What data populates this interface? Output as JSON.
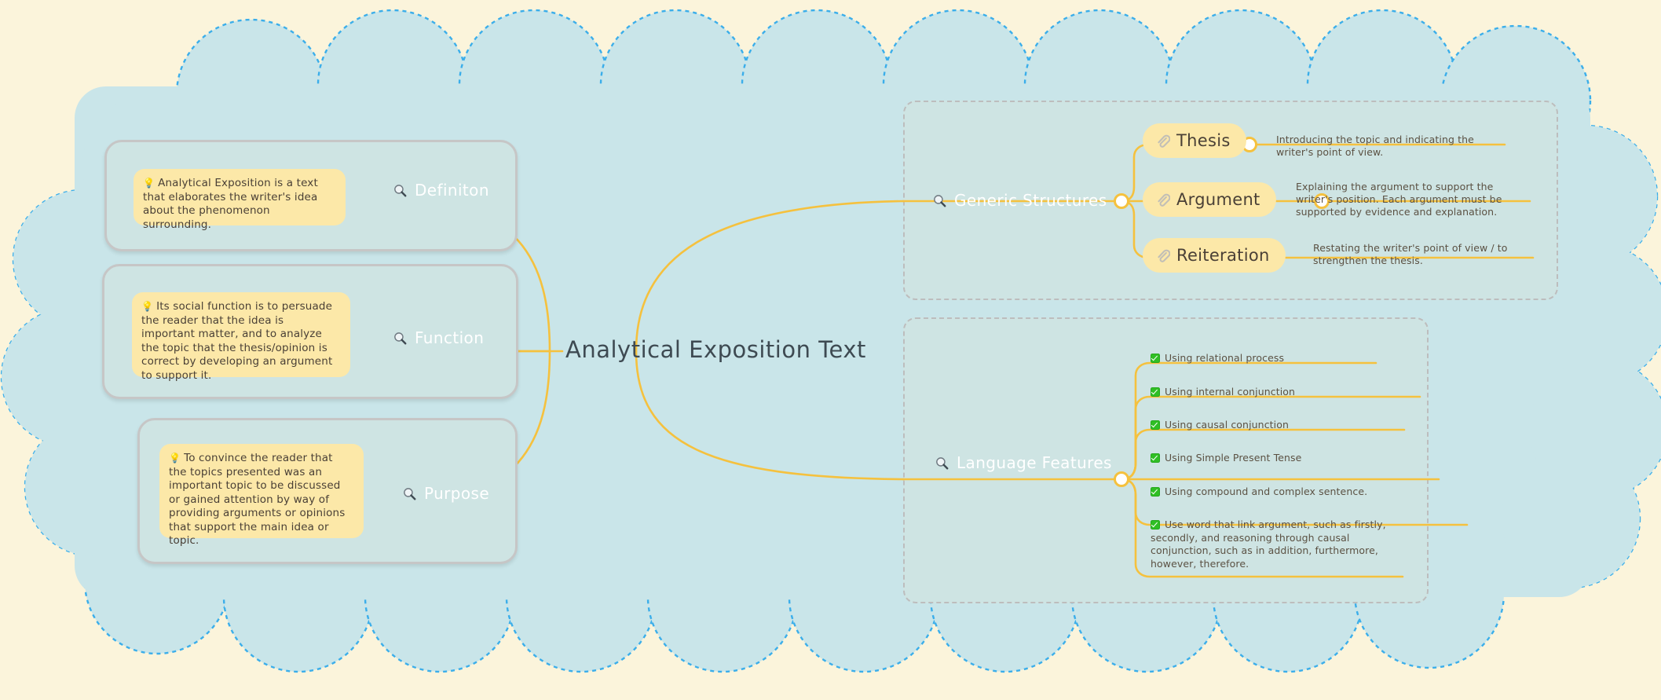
{
  "theme": {
    "page_background": "#FBF4DB",
    "cloud_fill": "#C9E5E9",
    "cloud_border": "#3BAEEA",
    "panel_fill": "#CEE4E3",
    "note_fill": "#FCE8A8",
    "wire_color": "#F5C13E",
    "title_color": "#3E4A52",
    "body_text_color": "#5B5143",
    "branch_label_color": "#FFFFFF",
    "checkbox_color": "#2FBF24"
  },
  "center": {
    "title": "Analytical Exposition Text"
  },
  "left_branches": [
    {
      "label": "Definiton",
      "icon": "magnifier-icon",
      "note_icon": "lightbulb-icon",
      "note": "Analytical Exposition is a text that elaborates the writer's idea about the phenomenon surrounding."
    },
    {
      "label": "Function",
      "icon": "magnifier-icon",
      "note_icon": "lightbulb-icon",
      "note": "Its social function is to persuade the reader that the idea is important matter, and to analyze the topic that the thesis/opinion is correct by developing an argument to support it."
    },
    {
      "label": "Purpose",
      "icon": "magnifier-icon",
      "note_icon": "lightbulb-icon",
      "note": "To convince the reader that the topics presented was an important topic to be discussed or gained attention by way of providing arguments or opinions that support the main idea or topic."
    }
  ],
  "right_branches": [
    {
      "label": "Generic Structures",
      "icon": "magnifier-icon",
      "items": [
        {
          "name": "Thesis",
          "icon": "paperclip-icon",
          "description": "Introducing the topic and indicating the writer's point of view."
        },
        {
          "name": "Argument",
          "icon": "paperclip-icon",
          "description": "Explaining the argument to support the writer's position. Each argument must be supported by evidence and explanation."
        },
        {
          "name": "Reiteration",
          "icon": "paperclip-icon",
          "description": "Restating the writer's point of view / to strengthen the thesis."
        }
      ]
    },
    {
      "label": "Language Features",
      "icon": "magnifier-icon",
      "items": [
        {
          "icon": "checkbox-checked-icon",
          "text": "Using relational process"
        },
        {
          "icon": "checkbox-checked-icon",
          "text": "Using internal conjunction"
        },
        {
          "icon": "checkbox-checked-icon",
          "text": "Using causal conjunction"
        },
        {
          "icon": "checkbox-checked-icon",
          "text": "Using Simple Present Tense"
        },
        {
          "icon": "checkbox-checked-icon",
          "text": "Using compound and complex sentence."
        },
        {
          "icon": "checkbox-checked-icon",
          "text": "Use word that link argument, such as firstly, secondly, and reasoning through causal conjunction, such as in addition, furthermore, however, therefore."
        }
      ]
    }
  ]
}
